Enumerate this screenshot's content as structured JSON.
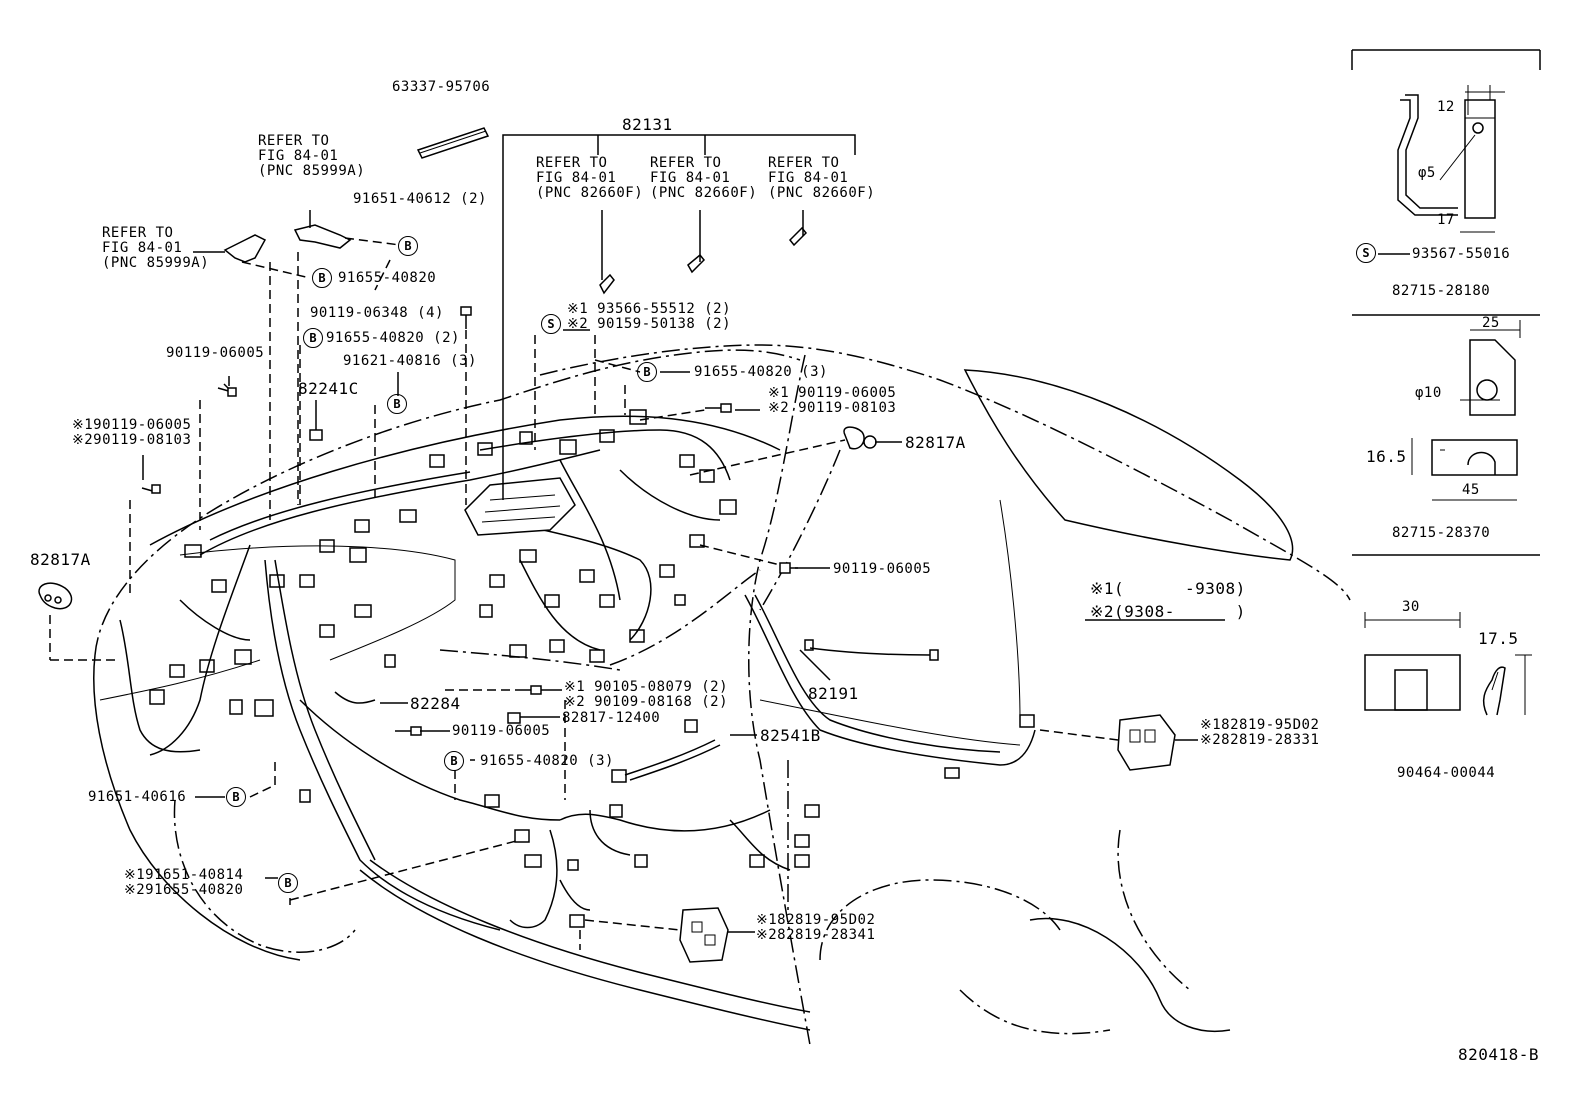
{
  "labels": {
    "p63337": "63337-95706",
    "p82131": "82131",
    "refer_a": "REFER TO\nFIG 84-01\n(PNC 85999A)",
    "refer_b": "REFER TO\nFIG 84-01\n(PNC 85999A)",
    "refer_c": "REFER TO\nFIG 84-01\n(PNC 82660F)",
    "refer_d": "REFER TO\nFIG 84-01\n(PNC 82660F)",
    "refer_e": "REFER TO\nFIG 84-01\n(PNC 82660F)",
    "p91651_40612": "91651-40612 (2)",
    "p91655_40820_a": "91655-40820",
    "p90119_06348": "90119-06348 (4)",
    "p91655_40820_b": "91655-40820 (2)",
    "p90119_06005_a": "90119-06005",
    "p91621_40816": "91621-40816 (3)",
    "p82241c": "82241C",
    "p93566": "※1 93566-55512 (2)\n※2 90159-50138 (2)",
    "p91655_40820_c": "91655-40820 (3)",
    "p90119_right": "※1 90119-06005\n※2 90119-08103",
    "p82817a_right": "82817A",
    "p90119_left": "※190119-06005\n※290119-08103",
    "p82817a_left": "82817A",
    "p90119_06005_b": "90119-06005",
    "legend_1": "※1(      -9308)",
    "legend_2": "※2(9308-      )",
    "p82191": "82191",
    "p82284": "82284",
    "p90105": "※1 90105-08079 (2)\n※2 90109-08168 (2)",
    "p82817_12400": "82817-12400",
    "p90119_06005_c": "90119-06005",
    "p82541b": "82541B",
    "p91655_40820_d": "91655-40820 (3)",
    "p91651_40616": "91651-40616",
    "p82819_right": "※182819-95D02\n※282819-28331",
    "p91651_40814": "※191651-40814\n※291655-40820",
    "p82819_bottom": "※182819-95D02\n※282819-28341",
    "inset1_dim12": "12",
    "inset1_dim5": "φ5",
    "inset1_dim17": "17",
    "inset1_93567": "93567-55016",
    "inset1_part": "82715-28180",
    "inset2_dim25": "25",
    "inset2_dim10": "φ10",
    "inset2_dim16": "16.5",
    "inset2_dim45": "45",
    "inset2_part": "82715-28370",
    "inset3_dim30": "30",
    "inset3_dim17": "17.5",
    "inset3_part": "90464-00044",
    "figure_id": "820418-B"
  },
  "symbols": {
    "bolt_mark": "B",
    "screw_mark": "S"
  }
}
